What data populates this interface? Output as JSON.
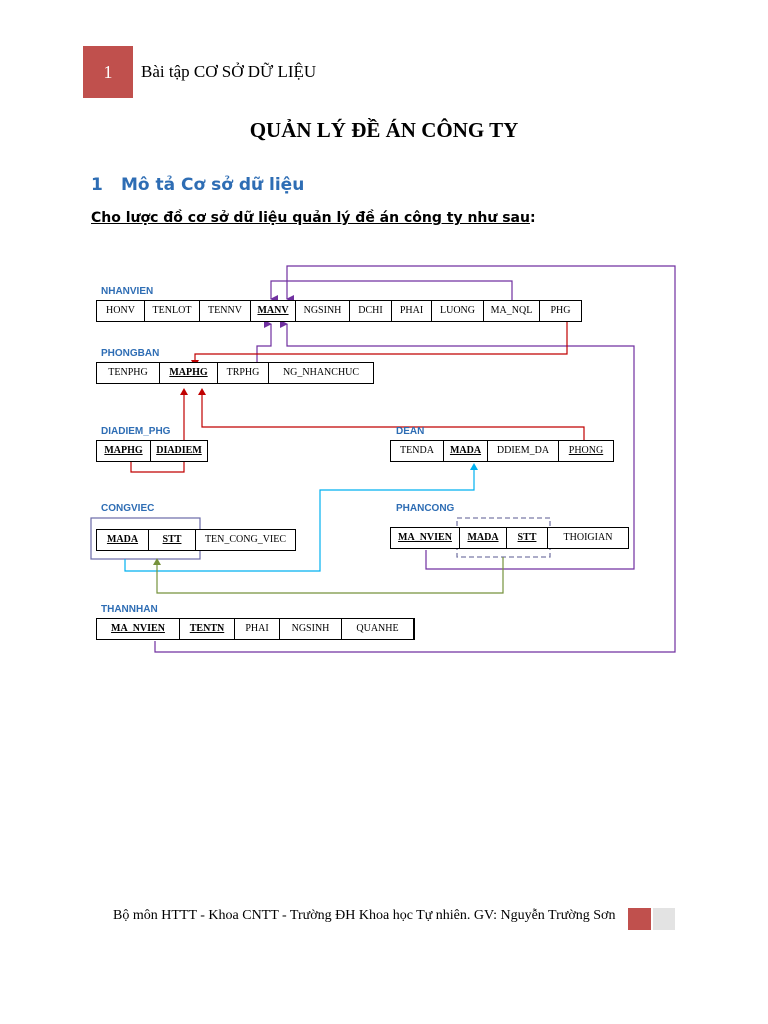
{
  "header": {
    "page_number": "1",
    "title": "Bài tập CƠ SỞ DỮ LIỆU"
  },
  "document": {
    "title": "QUẢN LÝ ĐỀ ÁN CÔNG TY",
    "section_number": "1",
    "section_title": "Mô tả Cơ sở dữ liệu",
    "intro_text": "Cho lược đồ cơ sở dữ liệu quản lý đề án công ty như sau",
    "intro_colon": ":"
  },
  "schema": {
    "nhanvien": {
      "name": "NHANVIEN",
      "cols": [
        "HONV",
        "TENLOT",
        "TENNV",
        "MANV",
        "NGSINH",
        "DCHI",
        "PHAI",
        "LUONG",
        "MA_NQL",
        "PHG"
      ]
    },
    "phongban": {
      "name": "PHONGBAN",
      "cols": [
        "TENPHG",
        "MAPHG",
        "TRPHG",
        "NG_NHANCHUC"
      ]
    },
    "diadiem_phg": {
      "name": "DIADIEM_PHG",
      "cols": [
        "MAPHG",
        "DIADIEM"
      ]
    },
    "dean": {
      "name": "DEAN",
      "cols": [
        "TENDA",
        "MADA",
        "DDIEM_DA",
        "PHONG"
      ]
    },
    "congviec": {
      "name": "CONGVIEC",
      "cols": [
        "MADA",
        "STT",
        "TEN_CONG_VIEC"
      ]
    },
    "phancong": {
      "name": "PHANCONG",
      "cols": [
        "MA_NVIEN",
        "MADA",
        "STT",
        "THOIGIAN"
      ]
    },
    "thannhan": {
      "name": "THANNHAN",
      "cols": [
        "MA_NVIEN",
        "TENTN",
        "PHAI",
        "NGSINH",
        "QUANHE"
      ]
    }
  },
  "colors": {
    "accent_red": "#c0504d",
    "heading_blue": "#2e6db4",
    "footer_gray": "#e3e3e3"
  },
  "footer": {
    "text": "Bộ môn HTTT - Khoa CNTT - Trường ĐH Khoa học Tự nhiên. GV: Nguyễn Trường Sơn"
  }
}
